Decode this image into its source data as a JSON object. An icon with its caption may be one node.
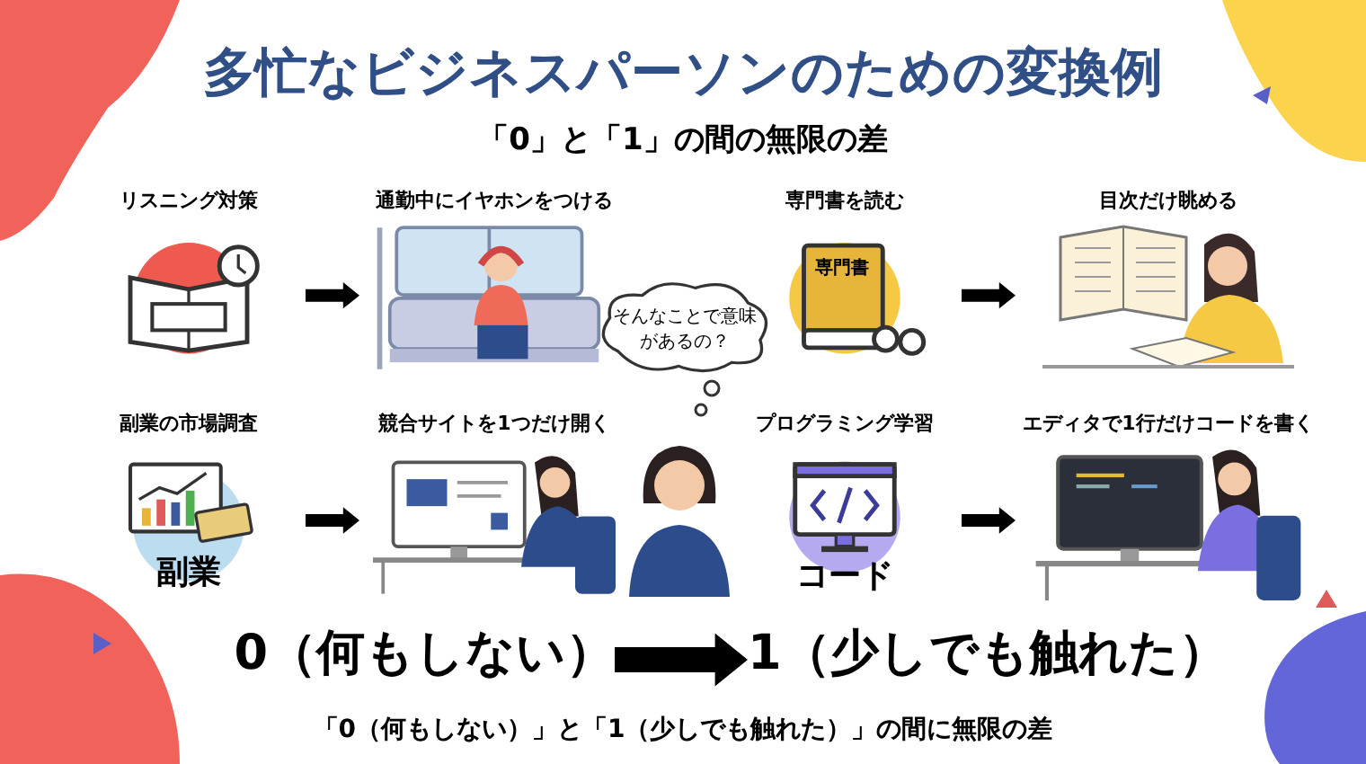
{
  "diagram": {
    "title": "多忙なビジネスパーソンのための変換例",
    "nodes": [
      {
        "text": [
          "リスニング対策"
        ]
      },
      {
        "text": [
          "通勤中にイヤホンをつける"
        ]
      },
      {
        "text": [
          "専門書を読む",
          "専門書"
        ]
      },
      {
        "text": [
          "目次だけ眺める"
        ]
      },
      {
        "text": [
          "副業の市場調査",
          "副業"
        ]
      },
      {
        "text": [
          "競合サイトを1つだけ開く"
        ]
      },
      {
        "text": [
          "プログラミング学習",
          "コード"
        ]
      },
      {
        "text": [
          "エディタで1行だけコードを書く"
        ]
      },
      {
        "text": [
          "そんなことで意味があるの？"
        ]
      },
      {
        "text": [
          "0（何もしない）"
        ]
      },
      {
        "text": [
          "1（少しでも触れた）"
        ]
      }
    ],
    "edges": [
      {
        "from": 0,
        "to": 1,
        "arrow": "to"
      },
      {
        "from": 2,
        "to": 3,
        "arrow": "to"
      },
      {
        "from": 4,
        "to": 5,
        "arrow": "to"
      },
      {
        "from": 6,
        "to": 7,
        "arrow": "to"
      },
      {
        "from": 9,
        "to": 10,
        "arrow": "to",
        "style": "thick"
      }
    ],
    "labels": [
      "「0」と「1」の間の無限の差"
    ],
    "caption": "「0（何もしない）」と「1（少しでも触れた）」の間に無限の差"
  }
}
